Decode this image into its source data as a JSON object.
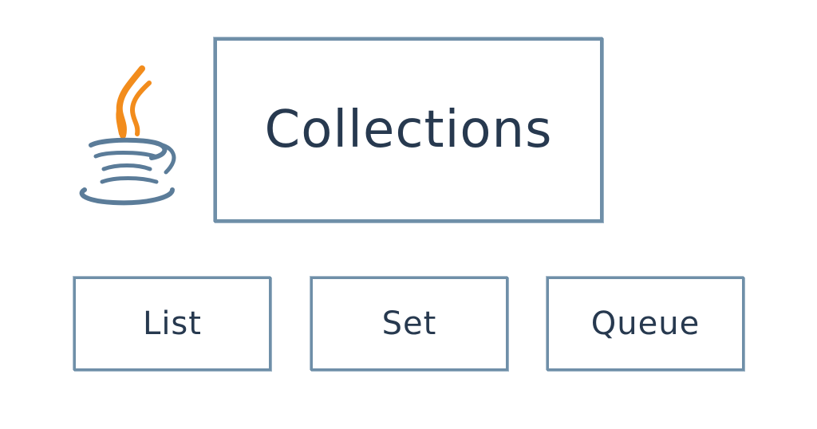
{
  "diagram": {
    "logo": {
      "icon": "java-coffee-cup-icon",
      "steam_color": "#f28c1c",
      "cup_color": "#5b7c99"
    },
    "root": {
      "label": "Collections"
    },
    "children": [
      {
        "label": "List"
      },
      {
        "label": "Set"
      },
      {
        "label": "Queue"
      }
    ],
    "colors": {
      "border": "#6f8fa8",
      "text": "#27394f",
      "background": "#ffffff"
    }
  }
}
